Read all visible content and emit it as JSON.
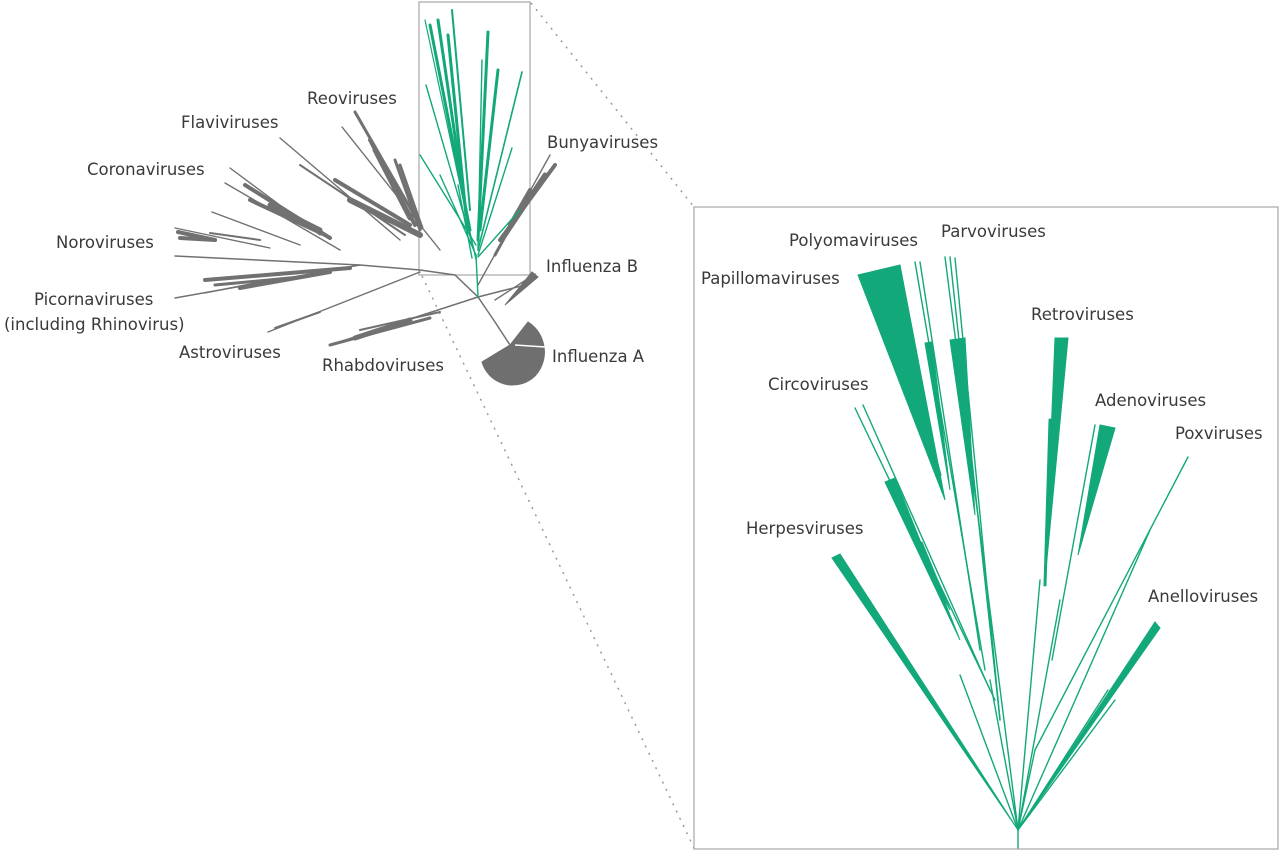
{
  "colors": {
    "gray": "#717171",
    "green": "#12a87a",
    "frame": "#a6a6a6"
  },
  "left_labels": {
    "reoviruses": "Reoviruses",
    "flaviviruses": "Flaviviruses",
    "coronaviruses": "Coronaviruses",
    "noroviruses": "Noroviruses",
    "picornaviruses": "Picornaviruses",
    "picornaviruses_note": "(including Rhinovirus)",
    "astroviruses": "Astroviruses",
    "rhabdoviruses": "Rhabdoviruses",
    "bunyaviruses": "Bunyaviruses",
    "influenza_b": "Influenza B",
    "influenza_a": "Influenza A"
  },
  "zoom_labels": {
    "polyomaviruses": "Polyomaviruses",
    "parvoviruses": "Parvoviruses",
    "papillomaviruses": "Papillomaviruses",
    "retroviruses": "Retroviruses",
    "circoviruses": "Circoviruses",
    "adenoviruses": "Adenoviruses",
    "poxviruses": "Poxviruses",
    "herpesviruses": "Herpesviruses",
    "anelloviruses": "Anelloviruses"
  }
}
